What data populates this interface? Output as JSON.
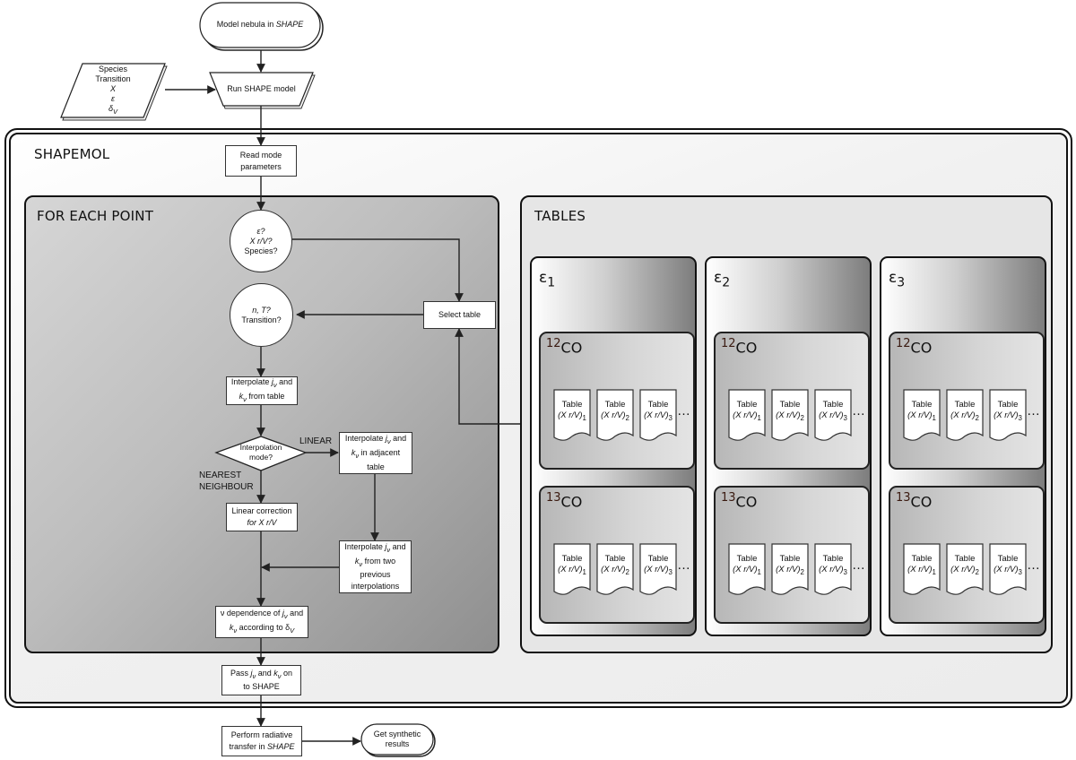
{
  "top": {
    "start_terminal": {
      "text": "Model nebula in ",
      "italic": "SHAPE"
    },
    "input_params": [
      "Species",
      "Transition",
      "X",
      "ε",
      "δ",
      "V"
    ],
    "run_model": "Run SHAPE model"
  },
  "shapemol": {
    "title": "SHAPEMOL",
    "read_params": [
      "Read mode",
      "parameters"
    ],
    "for_each_point": {
      "title": "FOR EACH POINT",
      "decision1": [
        "ε?",
        "X r/V?",
        "Species?"
      ],
      "decision2": [
        "n, T?",
        "Transition?"
      ],
      "select_table": "Select table",
      "interp_from_table": {
        "a": "Interpolate ",
        "j": "j",
        "sub": "ν",
        "b": " and",
        "k": "k",
        "c": " from table"
      },
      "interp_mode": [
        "Interpolation",
        "mode?"
      ],
      "linear_label": "LINEAR",
      "nearest_label": [
        "NEAREST",
        "NEIGHBOUR"
      ],
      "interp_adjacent": {
        "a": "Interpolate ",
        "b": " and",
        "c": " in adjacent",
        "d": "table"
      },
      "linear_correction": [
        "Linear correction",
        "for X r/V"
      ],
      "interp_two": {
        "a": "Interpolate ",
        "b": " and",
        "c": " from two",
        "d": "previous",
        "e": "interpolations"
      },
      "nu_dependence": {
        "a": "ν dependence of ",
        "b": " and",
        "c": " according to δ",
        "sub": "V"
      }
    },
    "pass_to_shape": {
      "a": "Pass ",
      "b": " and ",
      "c": " on",
      "d": "to SHAPE"
    },
    "tables": {
      "title": "TABLES",
      "epsilon_columns": [
        {
          "symbol": "ε",
          "index": "1"
        },
        {
          "symbol": "ε",
          "index": "2"
        },
        {
          "symbol": "ε",
          "index": "3"
        }
      ],
      "species": [
        {
          "mass": "12",
          "name": "CO"
        },
        {
          "mass": "13",
          "name": "CO"
        }
      ],
      "table_docs": [
        {
          "label": "Table",
          "param": "(X r/V)",
          "index": "1"
        },
        {
          "label": "Table",
          "param": "(X r/V)",
          "index": "2"
        },
        {
          "label": "Table",
          "param": "(X r/V)",
          "index": "3"
        }
      ],
      "more": "…"
    }
  },
  "bottom": {
    "radiative_transfer": {
      "a": "Perform radiative",
      "b": "transfer in ",
      "italic": "SHAPE"
    },
    "end_terminal": [
      "Get synthetic",
      "results"
    ]
  }
}
